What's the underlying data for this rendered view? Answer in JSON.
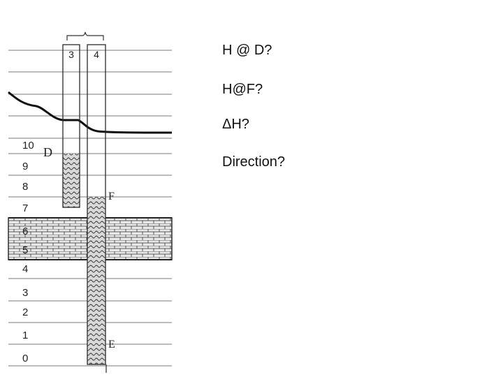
{
  "diagram": {
    "well_labels": [
      "3",
      "4"
    ],
    "levels": [
      "0",
      "1",
      "2",
      "3",
      "4",
      "5",
      "6",
      "7",
      "8",
      "9",
      "10"
    ],
    "point_labels": {
      "d": "D",
      "f": "F",
      "e": "E"
    },
    "colors": {
      "ink": "#1a1a1a",
      "line": "#7a7a7a",
      "hatch_bg": "#dcdcdc"
    }
  },
  "questions": {
    "h_at_d": "H @ D?",
    "h_at_f": "H@F?",
    "delta_h": "ΔH?",
    "direction": "Direction?"
  }
}
